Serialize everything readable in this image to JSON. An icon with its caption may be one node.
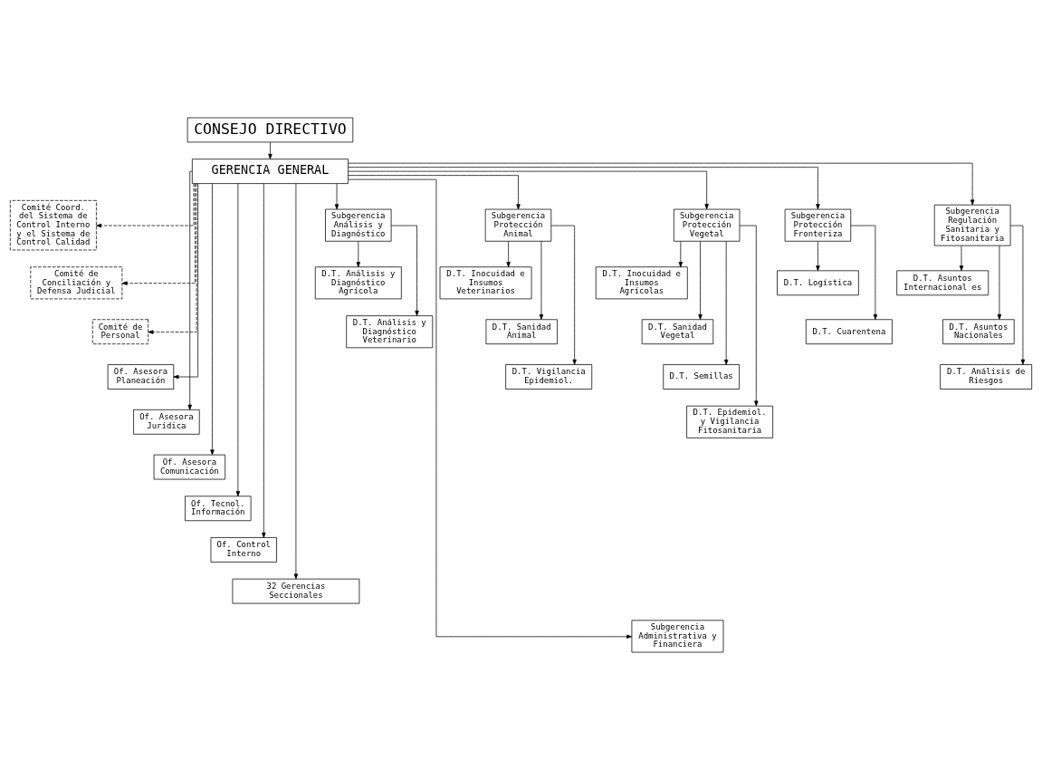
{
  "diagram": {
    "nodes": [
      {
        "text": [
          "CONSEJO DIRECTIVO"
        ]
      },
      {
        "text": [
          "GERENCIA GENERAL"
        ]
      },
      {
        "text": [
          "Comité Coord. del Sistema de Control Interno y el Sistema de Control Calidad"
        ]
      },
      {
        "text": [
          "Comité de Conciliación y Defensa Judicial"
        ]
      },
      {
        "text": [
          "Comité de Personal"
        ]
      },
      {
        "text": [
          "Of. Asesora Planeación"
        ]
      },
      {
        "text": [
          "Of. Asesora Jurídica"
        ]
      },
      {
        "text": [
          "Of. Asesora Comunicación"
        ]
      },
      {
        "text": [
          "Of. Tecnol. Información"
        ]
      },
      {
        "text": [
          "Of. Control Interno"
        ]
      },
      {
        "text": [
          "32 Gerencias Seccionales"
        ]
      },
      {
        "text": [
          "Subgerencia Análisis y Diagnóstico"
        ]
      },
      {
        "text": [
          "Subgerencia Protección Animal"
        ]
      },
      {
        "text": [
          "Subgerencia Protección Vegetal"
        ]
      },
      {
        "text": [
          "Subgerencia Protección Fronteriza"
        ]
      },
      {
        "text": [
          "Subgerencia Regulación Sanitaria y Fitosanitaria"
        ]
      },
      {
        "text": [
          "Subgerencia Administrativa y Financiera"
        ]
      },
      {
        "text": [
          "D.T. Análisis y Diagnóstico Agrícola"
        ]
      },
      {
        "text": [
          "D.T. Análisis y Diagnóstico Veterinario"
        ]
      },
      {
        "text": [
          "D.T. Inocuidad e Insumos Veterinarios"
        ]
      },
      {
        "text": [
          "D.T. Sanidad Animal"
        ]
      },
      {
        "text": [
          "D.T. Vigilancia Epidemiol."
        ]
      },
      {
        "text": [
          "D.T. Inocuidad e Insumos Agrícolas"
        ]
      },
      {
        "text": [
          "D.T. Sanidad Vegetal"
        ]
      },
      {
        "text": [
          "D.T. Semillas"
        ]
      },
      {
        "text": [
          "D.T. Epidemiol. y Vigilancia Fitosanitaria"
        ]
      },
      {
        "text": [
          "D.T. Logística"
        ]
      },
      {
        "text": [
          "D.T. Cuarentena"
        ]
      },
      {
        "text": [
          "D.T. Asuntos Internacional es"
        ]
      },
      {
        "text": [
          "D.T. Asuntos Nacionales"
        ]
      },
      {
        "text": [
          "D.T. Análisis de Riesgos"
        ]
      }
    ],
    "edges": [
      {
        "from": 0,
        "to": 1,
        "arrow": "to"
      },
      {
        "from": 1,
        "to": 2,
        "arrow": "to",
        "style": "dashed"
      },
      {
        "from": 1,
        "to": 3,
        "arrow": "to",
        "style": "dashed"
      },
      {
        "from": 1,
        "to": 4,
        "arrow": "to",
        "style": "dashed"
      },
      {
        "from": 1,
        "to": 5,
        "arrow": "to"
      },
      {
        "from": 1,
        "to": 6,
        "arrow": "to"
      },
      {
        "from": 1,
        "to": 7,
        "arrow": "to"
      },
      {
        "from": 1,
        "to": 8,
        "arrow": "to"
      },
      {
        "from": 1,
        "to": 9,
        "arrow": "to"
      },
      {
        "from": 1,
        "to": 10,
        "arrow": "to"
      },
      {
        "from": 1,
        "to": 11,
        "arrow": "to"
      },
      {
        "from": 1,
        "to": 12,
        "arrow": "to"
      },
      {
        "from": 1,
        "to": 13,
        "arrow": "to"
      },
      {
        "from": 1,
        "to": 14,
        "arrow": "to"
      },
      {
        "from": 1,
        "to": 15,
        "arrow": "to"
      },
      {
        "from": 1,
        "to": 16,
        "arrow": "to"
      },
      {
        "from": 11,
        "to": 17,
        "arrow": "to"
      },
      {
        "from": 11,
        "to": 18,
        "arrow": "to"
      },
      {
        "from": 12,
        "to": 19,
        "arrow": "to"
      },
      {
        "from": 12,
        "to": 20,
        "arrow": "to"
      },
      {
        "from": 12,
        "to": 21,
        "arrow": "to"
      },
      {
        "from": 13,
        "to": 22,
        "arrow": "to"
      },
      {
        "from": 13,
        "to": 23,
        "arrow": "to"
      },
      {
        "from": 13,
        "to": 24,
        "arrow": "to"
      },
      {
        "from": 13,
        "to": 25,
        "arrow": "to"
      },
      {
        "from": 14,
        "to": 26,
        "arrow": "to"
      },
      {
        "from": 14,
        "to": 27,
        "arrow": "to"
      },
      {
        "from": 15,
        "to": 28,
        "arrow": "to"
      },
      {
        "from": 15,
        "to": 29,
        "arrow": "to"
      },
      {
        "from": 15,
        "to": 30,
        "arrow": "to"
      }
    ]
  }
}
